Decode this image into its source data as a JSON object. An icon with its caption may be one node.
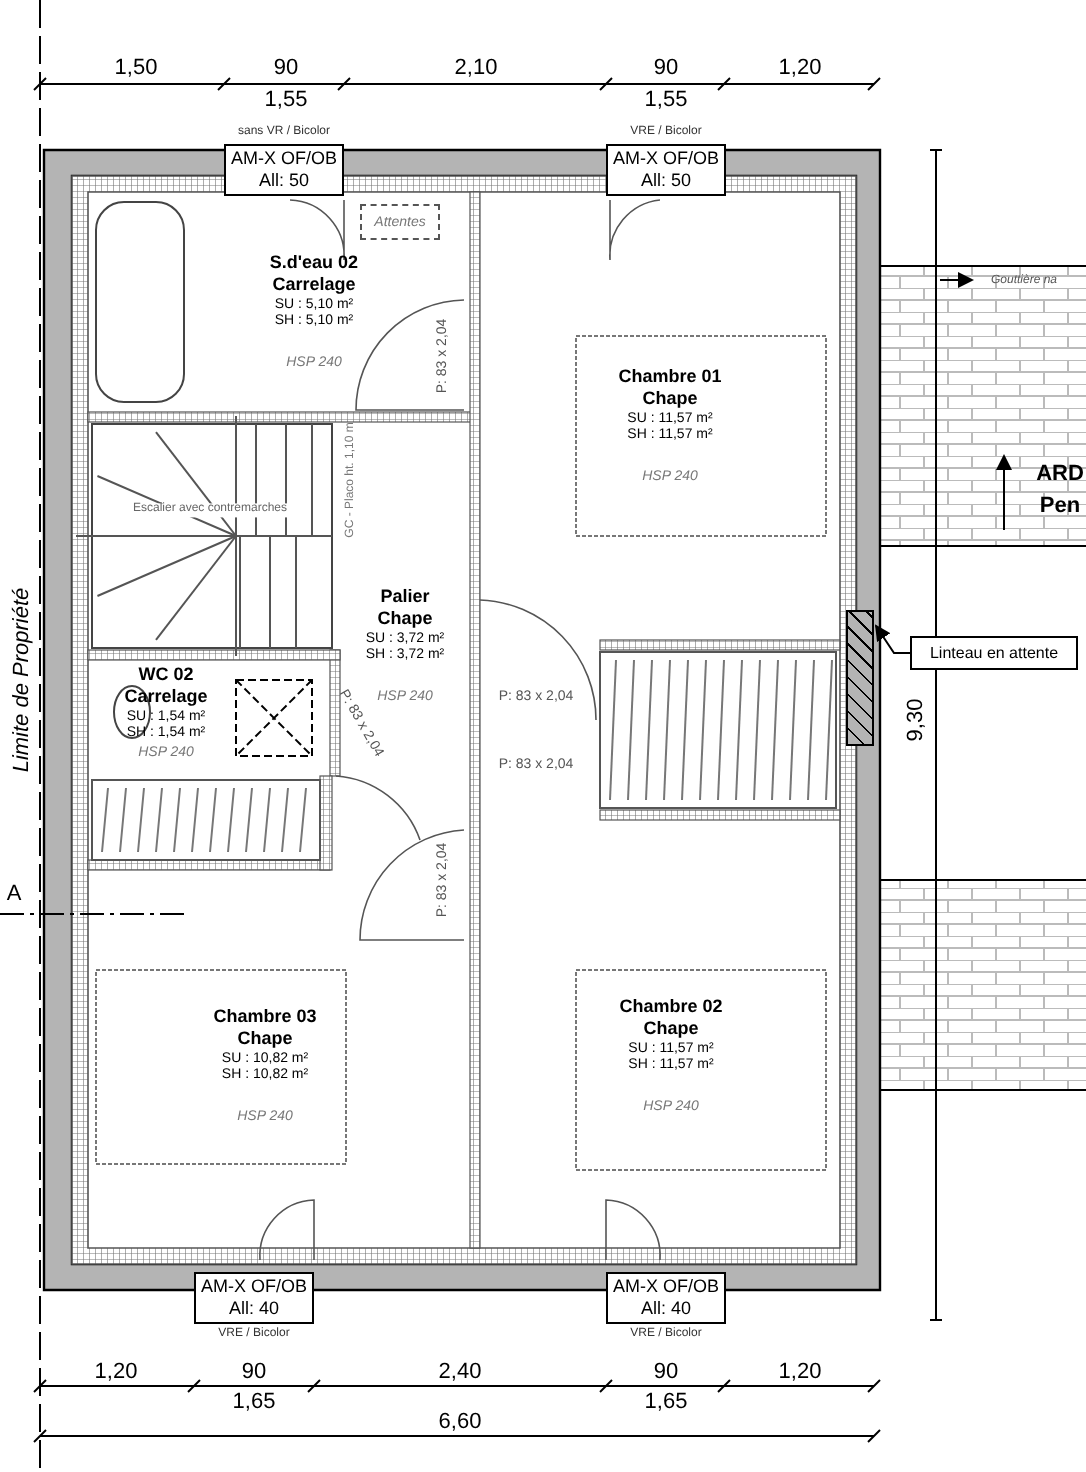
{
  "diagram": {
    "nodes": [
      {
        "text": [
          "S.d'eau 02",
          "Carrelage",
          "SU : 5,10 m²",
          "SH : 5,10 m²",
          "HSP 240"
        ]
      },
      {
        "text": [
          "AM-X OF/OB All: 50"
        ],
        "beside": [
          "sans VR / Bicolor"
        ]
      },
      {
        "text": [
          "AM-X OF/OB All: 50"
        ],
        "beside": [
          "VRE / Bicolor"
        ]
      },
      {
        "text": [
          "Attentes"
        ],
        "in": 0
      },
      {
        "text": [
          "Chambre 01",
          "Chape",
          "SU : 11,57 m²",
          "SH : 11,57 m²",
          "HSP 240"
        ]
      },
      {
        "text": [
          "Palier",
          "Chape",
          "SU : 3,72 m²",
          "SH : 3,72 m²",
          "HSP 240"
        ]
      },
      {
        "text": [
          "WC 02",
          "Carrelage",
          "SU : 1,54 m²",
          "SH : 1,54 m²",
          "HSP 240"
        ]
      },
      {
        "text": [
          "Chambre 03",
          "Chape",
          "SU : 10,82 m²",
          "SH : 10,82 m²",
          "HSP 240"
        ]
      },
      {
        "text": [
          "Chambre 02",
          "Chape",
          "SU : 11,57 m²",
          "SH : 11,57 m²",
          "HSP 240"
        ]
      },
      {
        "text": [
          "AM-X OF/OB All: 40"
        ],
        "beside": [
          "VRE / Bicolor"
        ]
      },
      {
        "text": [
          "AM-X OF/OB All: 40"
        ],
        "beside": [
          "VRE / Bicolor"
        ]
      },
      {
        "text": [
          "Linteau en attente"
        ]
      },
      {
        "text": [],
        "shape": "box"
      }
    ],
    "edges": [
      {
        "from": 11,
        "to": 12,
        "arrow": "to"
      }
    ],
    "labels": [
      "1,50",
      "90",
      "2,10",
      "90",
      "1,20",
      "1,55",
      "1,55",
      "Escalier avec contremarches",
      "GC - Placo ht. 1,10 m",
      "P: 83 x 2,04",
      "P: 83 x 2,04",
      "P: 83 x 2,04",
      "P: 83 x 2,04",
      "Limite de Propriété",
      "A",
      "P: 83 x 2,04",
      "Gouttière na",
      "ARD",
      "Pen",
      "9,30",
      "1,20",
      "90",
      "2,40",
      "90",
      "1,20",
      "1,65",
      "1,65",
      "6,60"
    ]
  }
}
